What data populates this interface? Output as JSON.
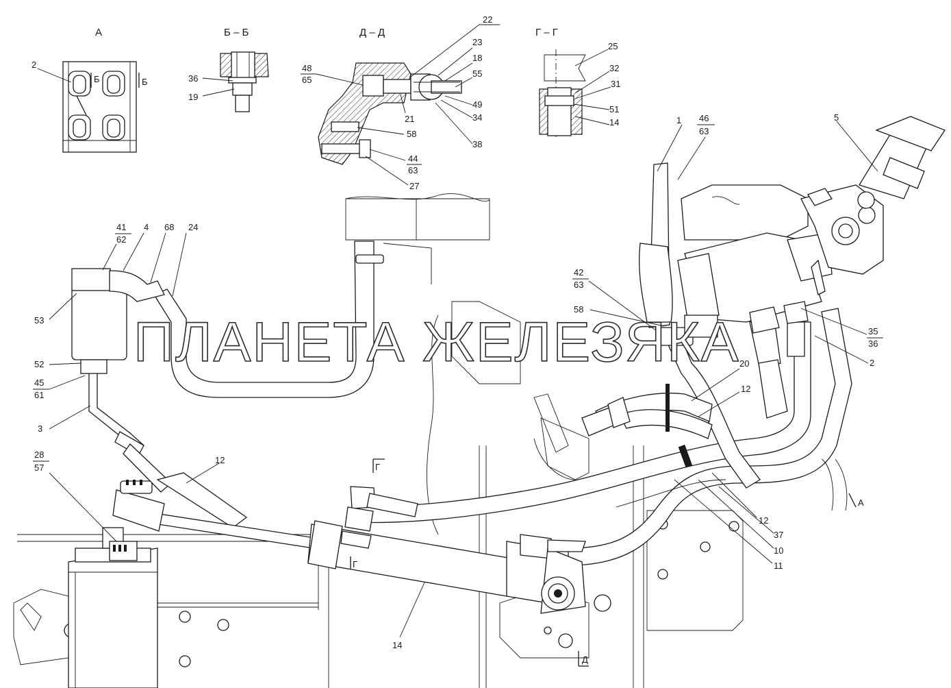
{
  "watermark": "ПЛАНЕТА ЖЕЛЕЗЯКА",
  "views": {
    "view_a": {
      "title": "А",
      "labels": [
        "2",
        "Б",
        "Б"
      ]
    },
    "section_bb": {
      "title": "Б – Б",
      "labels": [
        "36",
        "19"
      ]
    },
    "section_dd": {
      "title": "Д – Д",
      "labels": [
        "22",
        "23",
        "18",
        "55",
        "49",
        "34",
        "38",
        "21",
        "58",
        "44",
        "63",
        "27"
      ],
      "fraction": {
        "top": "48",
        "bottom": "65"
      }
    },
    "section_gg": {
      "title": "Г – Г",
      "labels": [
        "25",
        "32",
        "31",
        "51",
        "14"
      ]
    }
  },
  "callouts": {
    "c1": "1",
    "c46": "46",
    "c63a": "63",
    "c5": "5",
    "c41": "41",
    "c62": "62",
    "c4": "4",
    "c68": "68",
    "c24": "24",
    "c42": "42",
    "c63b": "63",
    "c58": "58",
    "c35": "35",
    "c36": "36",
    "c2": "2",
    "c53": "53",
    "c52": "52",
    "c45": "45",
    "c61": "61",
    "c3": "3",
    "c20": "20",
    "c12a": "12",
    "c28": "28",
    "c57": "57",
    "c12b": "12",
    "c12c": "12",
    "c37": "37",
    "c10": "10",
    "c11": "11",
    "c14": "14"
  },
  "section_marks": {
    "g_top": "Г",
    "g_bottom": "Г",
    "d": "Д",
    "a": "А"
  }
}
